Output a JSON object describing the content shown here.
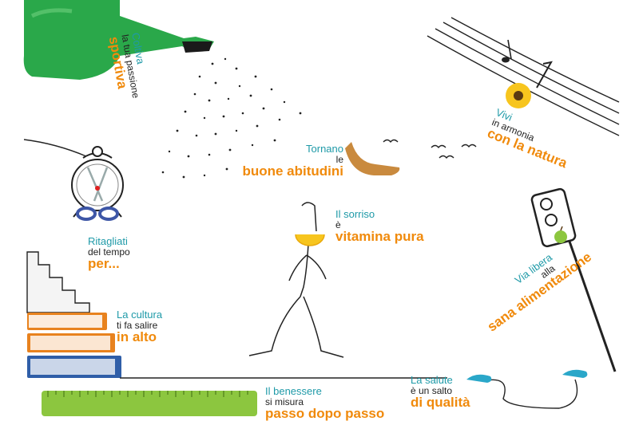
{
  "captions": {
    "coltiva": {
      "line1": "Coltiva",
      "line2": "la tua passione",
      "line3": "sportiva"
    },
    "vivi": {
      "line1": "Vivi",
      "line2": "in armonia",
      "line3": "con la natura"
    },
    "tornano": {
      "line1": "Tornano",
      "line2": "le",
      "line3": "buone abitudini"
    },
    "ritagliati": {
      "line1": "Ritagliati",
      "line2": "del tempo",
      "line3": "per..."
    },
    "sorriso": {
      "line1": "Il sorriso",
      "line2": "è",
      "line3": "vitamina pura"
    },
    "via_libera": {
      "line1": "Via libera",
      "line2": "alla",
      "line3": "sana alimentazione"
    },
    "cultura": {
      "line1": "La cultura",
      "line2": "ti fa salire",
      "line3": "in alto"
    },
    "benessere": {
      "line1": "Il benessere",
      "line2": "si misura",
      "line3": "passo dopo passo"
    },
    "salute": {
      "line1": "La salute",
      "line2": "è un salto",
      "line3": "di qualità"
    }
  },
  "colors": {
    "teal": "#1f9aa8",
    "orange": "#f08a0c",
    "watering_can_green": "#2aa84a",
    "ruler_green": "#8cc63f",
    "sunflower_yellow": "#f7c51e",
    "book_orange": "#e8821e",
    "book_blue": "#2f5ea8",
    "shoe_blue": "#2aa7c9"
  },
  "icons": [
    "watering-can-icon",
    "sunflower-icon",
    "music-note-icon",
    "boomerang-icon",
    "alarm-clock-icon",
    "scissors-icon",
    "stick-figure-icon",
    "lemon-icon",
    "traffic-light-icon",
    "apple-icon",
    "books-icon",
    "ruler-icon",
    "shoes-icon",
    "birds-icon",
    "stairs-icon"
  ]
}
